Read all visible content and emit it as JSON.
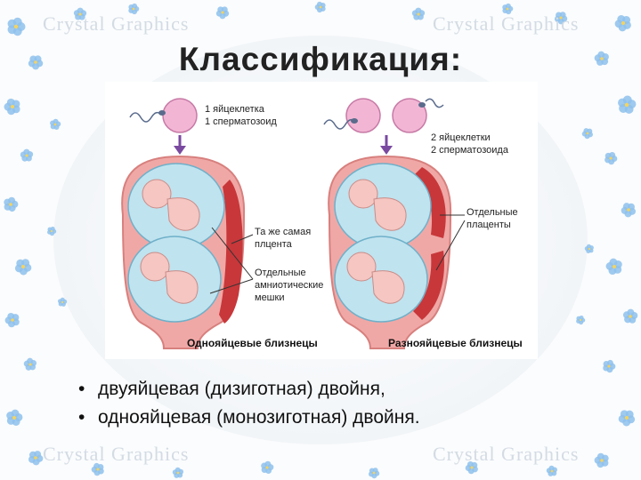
{
  "slide": {
    "title": "Классификация:",
    "bullets": [
      "двуяйцевая (дизиготная) двойня,",
      "однояйцевая (монозиготная) двойня."
    ],
    "bullet_marker": "•",
    "watermark": "Crystal Graphics"
  },
  "diagram": {
    "left": {
      "caption_top_1": "1 яйцеклетка",
      "caption_top_2": "1 сперматозоид",
      "label_placenta_1": "Та же самая",
      "label_placenta_2": "плцента",
      "label_sacs_1": "Отдельные",
      "label_sacs_2": "амниотические",
      "label_sacs_3": "мешки",
      "caption_bottom": "Однояйцевые близнецы"
    },
    "right": {
      "caption_top_1": "2 яйцеклетки",
      "caption_top_2": "2 сперматозоида",
      "label_placentas_1": "Отдельные",
      "label_placentas_2": "плаценты",
      "caption_bottom": "Разнояйцевые близнецы"
    }
  },
  "colors": {
    "uterus_wall": "#f0a8a6",
    "placenta": "#c8373a",
    "amniotic_fluid": "#bfe3ef",
    "egg": "#f2b6d4",
    "arrow": "#7a4aa0",
    "forget_me_not": "#8ec1ec"
  }
}
